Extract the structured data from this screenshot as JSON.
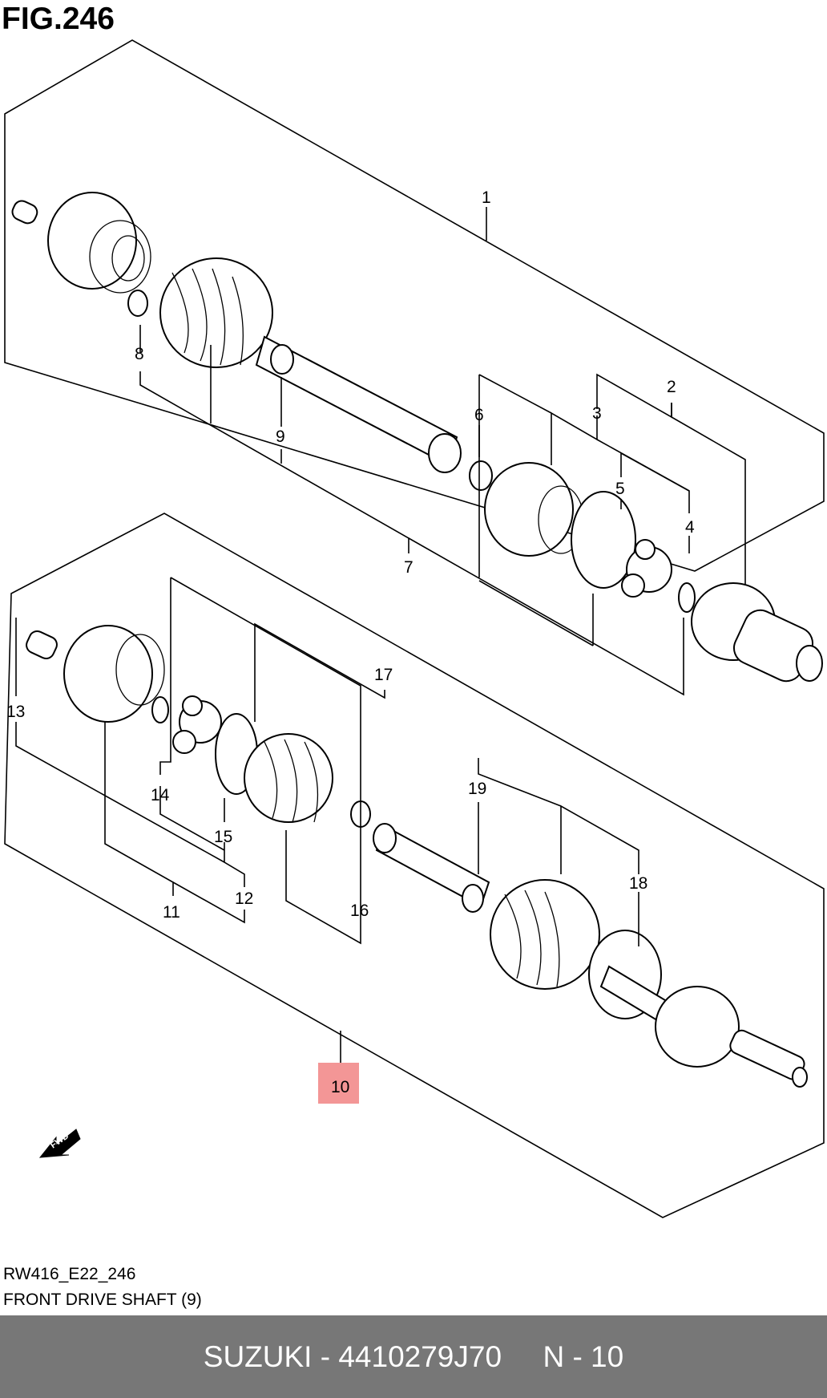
{
  "figure": {
    "title": "FIG.246",
    "code": "RW416_E22_246",
    "caption": "FRONT DRIVE SHAFT (9)",
    "direction_badge": "FWD",
    "highlighted_callout": "10",
    "highlight_color": "#f28b8b"
  },
  "callouts": {
    "c1": "1",
    "c2": "2",
    "c3": "3",
    "c4": "4",
    "c5": "5",
    "c6": "6",
    "c7": "7",
    "c8": "8",
    "c9": "9",
    "c10": "10",
    "c11": "11",
    "c12": "12",
    "c13": "13",
    "c14": "14",
    "c15": "15",
    "c16": "16",
    "c17": "17",
    "c18": "18",
    "c19": "19"
  },
  "footer": {
    "text": "SUZUKI - 4410279J70     N - 10",
    "background": "#777777"
  }
}
